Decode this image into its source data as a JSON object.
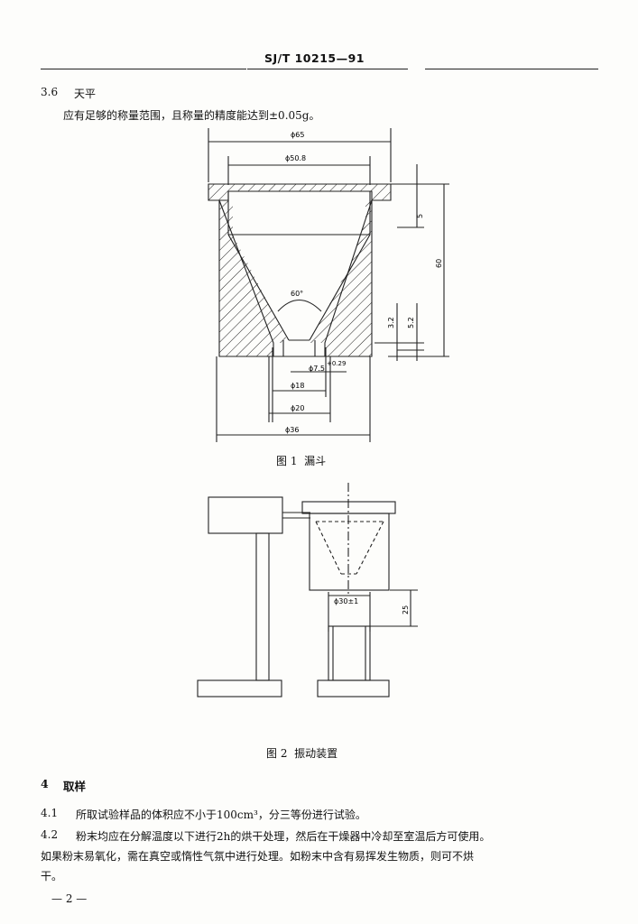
{
  "header": {
    "standard_code": "SJ/T 10215—91"
  },
  "section_3_6": {
    "number": "3.6",
    "title": "天平",
    "text": "应有足够的称量范围，且称量的精度能达到±0.05g。"
  },
  "figure1": {
    "dims": {
      "outer_dia": "ϕ65",
      "inner_dia": "ϕ50.8",
      "height": "60",
      "top_lip": "5",
      "angle": "60°",
      "bottom_3_2": "3.2",
      "bottom_5_2": "5.2",
      "orifice": "ϕ7.5",
      "orifice_tol": "+0.29",
      "d18": "ϕ18",
      "d20": "ϕ20",
      "d36": "ϕ36"
    },
    "caption": "图 1  漏斗"
  },
  "figure2": {
    "dims": {
      "cup_dia": "ϕ30±1",
      "gap": "25"
    },
    "caption": "图 2  振动装置"
  },
  "section_4": {
    "number": "4",
    "title": "取样",
    "p1_number": "4.1",
    "p1_text": "所取试验样品的体积应不小于100cm³，分三等份进行试验。",
    "p2_number": "4.2",
    "p2_line1": "粉末均应在分解温度以下进行2h的烘干处理，然后在干燥器中冷却至室温后方可使用。",
    "p2_line2": "如果粉末易氧化，需在真空或惰性气氛中进行处理。如粉末中含有易挥发生物质，则可不烘",
    "p2_line3": "干。"
  },
  "footer": {
    "page": "— 2 —"
  }
}
